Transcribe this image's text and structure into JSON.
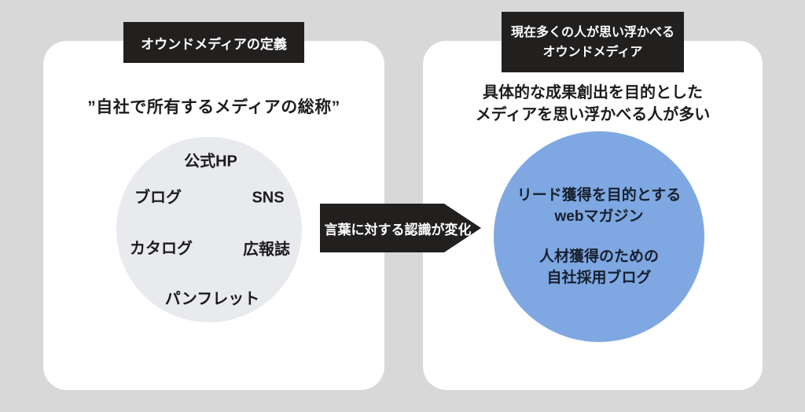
{
  "colors": {
    "page_bg": "#d8d8d8",
    "panel_bg": "#ffffff",
    "badge_bg": "#221f1f",
    "badge_text": "#ffffff",
    "left_circle": "#e8eaee",
    "right_circle": "#7fa8e2",
    "arrow": "#221f1f",
    "arrow_text": "#ffffff",
    "text": "#1c1c1c"
  },
  "left_panel": {
    "badge": "オウンドメディアの定義",
    "quote": "”自社で所有するメディアの総称”",
    "circle": {
      "items": [
        "公式HP",
        "ブログ",
        "SNS",
        "カタログ",
        "広報誌",
        "パンフレット"
      ]
    }
  },
  "arrow": {
    "label": "言葉に対する認識が変化"
  },
  "right_panel": {
    "badge_line1": "現在多くの人が思い浮かべる",
    "badge_line2": "オウンドメディア",
    "subtitle_line1": "具体的な成果創出を目的とした",
    "subtitle_line2": "メディアを思い浮かべる人が多い",
    "circle": {
      "group1_line1": "リード獲得を目的とする",
      "group1_line2": "webマガジン",
      "group2_line1": "人材獲得のための",
      "group2_line2": "自社採用ブログ"
    }
  }
}
